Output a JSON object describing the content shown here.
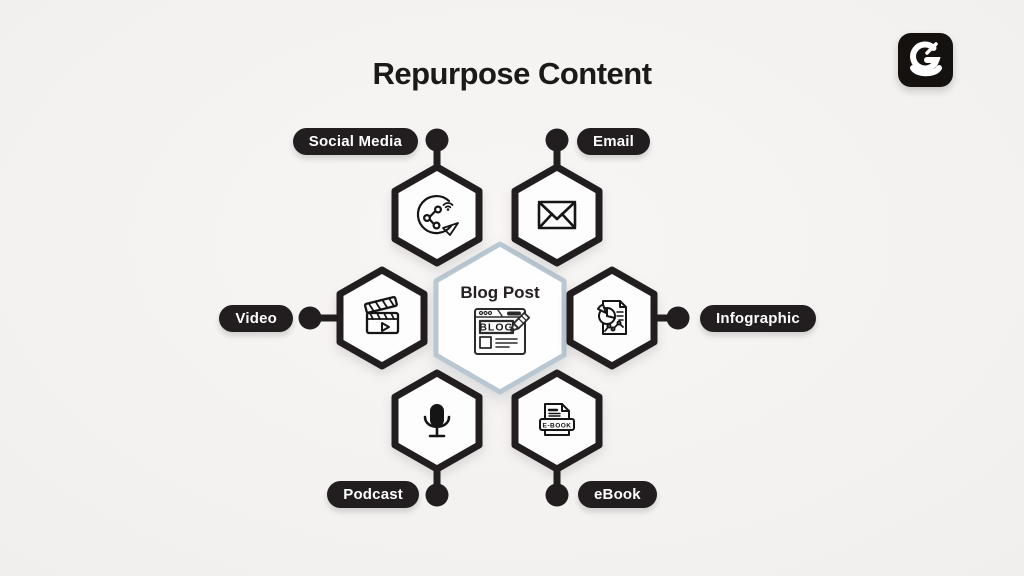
{
  "title": "Repurpose Content",
  "logo": {
    "icon": "gauge-g-logo"
  },
  "center": {
    "label": "Blog Post",
    "icon": "blog-page-icon",
    "icon_text": "BLOG"
  },
  "nodes": [
    {
      "id": "social-media",
      "label": "Social Media",
      "icon": "share-network-icon",
      "position": "top-left",
      "label_side": "left"
    },
    {
      "id": "email",
      "label": "Email",
      "icon": "envelope-icon",
      "position": "top-right",
      "label_side": "right"
    },
    {
      "id": "video",
      "label": "Video",
      "icon": "clapperboard-icon",
      "position": "left",
      "label_side": "left"
    },
    {
      "id": "infographic",
      "label": "Infographic",
      "icon": "pie-chart-document-icon",
      "position": "right",
      "label_side": "right"
    },
    {
      "id": "podcast",
      "label": "Podcast",
      "icon": "microphone-icon",
      "position": "bottom-left",
      "label_side": "left"
    },
    {
      "id": "ebook",
      "label": "eBook",
      "icon": "ebook-document-icon",
      "position": "bottom-right",
      "label_side": "right",
      "icon_text": "E-BOOK"
    }
  ],
  "colors": {
    "background": "#f2f0ee",
    "hexagon_border": "#221e1f",
    "hexagon_fill": "#fdfdfd",
    "center_hexagon_border": "#b9c7d2",
    "pill_background": "#221e1f",
    "pill_text": "#ffffff",
    "title_text": "#1d1918",
    "connector": "#221e1f",
    "logo_background": "#14110e"
  }
}
